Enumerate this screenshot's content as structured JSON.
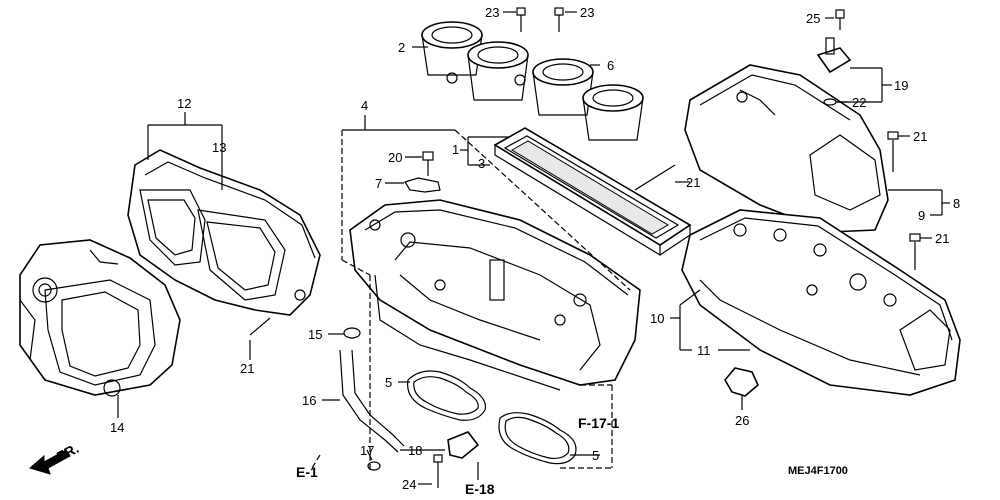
{
  "labels": {
    "n1": "1",
    "n2": "2",
    "n3": "3",
    "n4": "4",
    "n5a": "5",
    "n5b": "5",
    "n6": "6",
    "n7": "7",
    "n8": "8",
    "n9": "9",
    "n10": "10",
    "n11": "11",
    "n12": "12",
    "n13": "13",
    "n14": "14",
    "n15": "15",
    "n16": "16",
    "n17": "17",
    "n18": "18",
    "n19": "19",
    "n20": "20",
    "n21a": "21",
    "n21b": "21",
    "n21c": "21",
    "n21d": "21",
    "n22": "22",
    "n23a": "23",
    "n23b": "23",
    "n24": "24",
    "n25": "25",
    "n26": "26"
  },
  "refs": {
    "e1": "E-1",
    "e18": "E-18",
    "f17_1": "F-17-1"
  },
  "direction": {
    "label": "FR."
  },
  "code": "MEJ4F1700"
}
